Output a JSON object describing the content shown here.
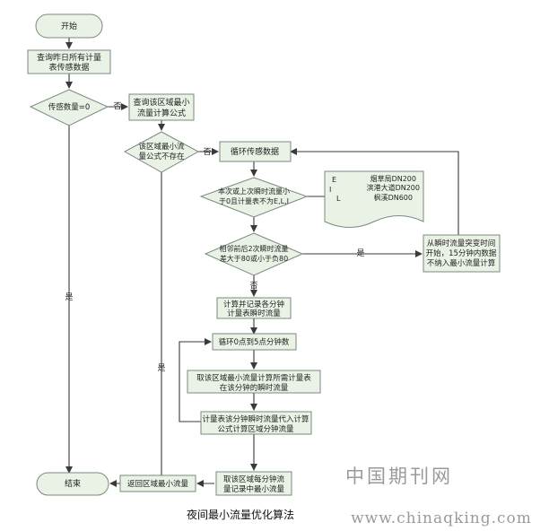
{
  "start": "开始",
  "query_sensors": [
    "查询昨日所有计量",
    "表传感数据"
  ],
  "sensor_check": "传感数量=0",
  "query_formula": [
    "查询该区域最小",
    "流量计算公式"
  ],
  "formula_check": [
    "该区域最小流",
    "量公式不存在"
  ],
  "loop_sensor": "循环传感数据",
  "flow_check": [
    "本次或上次瞬时流量小",
    "于0且计量表不为E,L,I"
  ],
  "doc_letters": [
    "E",
    "I",
    "L"
  ],
  "doc_entries": [
    "烟草局DN200",
    "滨港大道DN200",
    "枫溪DN600"
  ],
  "diff_check": [
    "相邻前后2次瞬时流量",
    "差大于80或小于负80"
  ],
  "exclude_box": [
    "从瞬时流量突变时间",
    "开始，15分钟内数据",
    "不纳入最小流量计算"
  ],
  "calc_record": [
    "计算并记录各分钟",
    "计量表瞬时流量"
  ],
  "loop_minutes": "循环0点到5点分钟数",
  "get_flow": [
    "取该区域最小流量计算所需计量表",
    "在该分钟的瞬时流量"
  ],
  "substitute": [
    "计量表该分钟瞬时流量代入计算",
    "公式计算区域分钟流量"
  ],
  "min_record": [
    "取该区域每分钟流",
    "量记录中最小流量"
  ],
  "return_min": "返回区域最小流量",
  "end": "结束",
  "labels": {
    "no": "否",
    "yes": "是"
  },
  "caption": "夜间最小流量优化算法",
  "watermark": {
    "cn": "中国期刊网",
    "url": "www.chinaqking.com"
  }
}
